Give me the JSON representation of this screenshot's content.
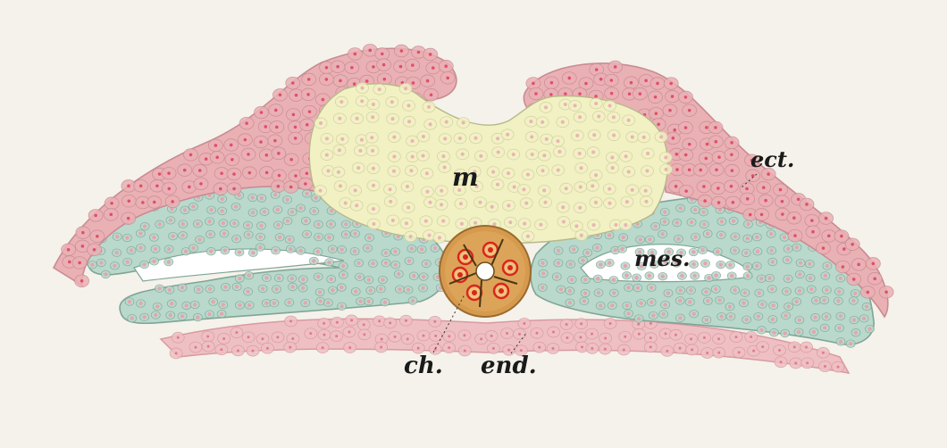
{
  "figure": {
    "labels": {
      "m": "m",
      "ect": "ect.",
      "mes": "mes.",
      "ch": "ch.",
      "end": "end."
    },
    "colors": {
      "background": "#f4f2ea",
      "ectoderm": "#eab1b5",
      "ectoderm_nucleus": "#e0506a",
      "mesoderm": "#b9d9cd",
      "mesoderm_nucleus": "#e3a6ad",
      "neural_plate": "#f2f1c4",
      "notochord": "#d69a4e",
      "notochord_nucleus": "#d8261f",
      "endoderm": "#eec0c4",
      "cell_line": "#8aa89a"
    }
  }
}
